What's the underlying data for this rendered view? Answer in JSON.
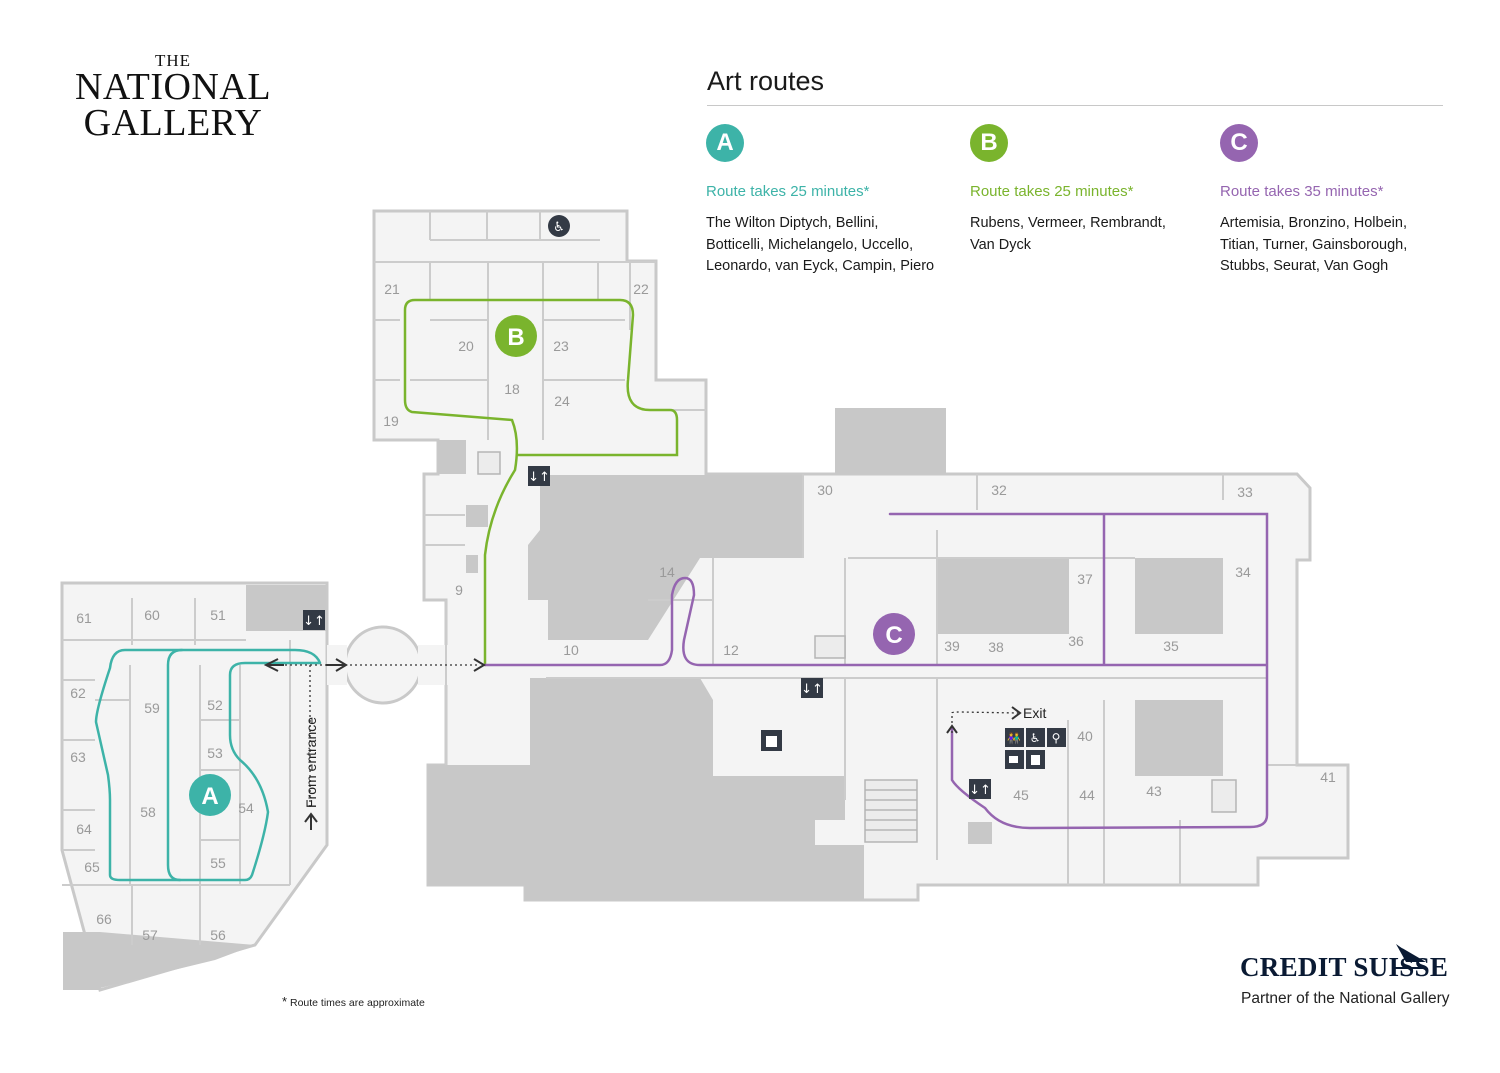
{
  "logo": {
    "line1": "THE",
    "line2": "NATIONAL",
    "line3": "GALLERY"
  },
  "title": "Art routes",
  "routes": [
    {
      "letter": "A",
      "color": "#3db3a8",
      "time": "Route takes 25 minutes*",
      "artists": "The Wilton Diptych, Bellini,\nBotticelli, Michelangelo, Uccello,\nLeonardo, van Eyck, Campin, Piero"
    },
    {
      "letter": "B",
      "color": "#7ab42d",
      "time": "Route takes 25 minutes*",
      "artists": "Rubens, Vermeer, Rembrandt,\nVan Dyck"
    },
    {
      "letter": "C",
      "color": "#9565b0",
      "time": "Route takes 35 minutes*",
      "artists": "Artemisia, Bronzino, Holbein,\nTitian, Turner, Gainsborough,\nStubbs, Seurat, Van Gogh"
    }
  ],
  "map": {
    "rooms": [
      "21",
      "22",
      "20",
      "23",
      "18",
      "24",
      "19",
      "30",
      "32",
      "33",
      "14",
      "37",
      "34",
      "9",
      "39",
      "38",
      "36",
      "35",
      "10",
      "12",
      "40",
      "41",
      "45",
      "44",
      "43",
      "61",
      "60",
      "51",
      "62",
      "59",
      "52",
      "63",
      "53",
      "58",
      "54",
      "64",
      "65",
      "55",
      "66",
      "57",
      "56"
    ],
    "exit_label": "Exit",
    "entrance_label": "From entrance",
    "icons": [
      "lift-icon",
      "toilets-icon",
      "accessible-toilet-icon",
      "baby-change-icon",
      "cafe-icon",
      "shop-icon",
      "cloakroom-icon",
      "accessible-entrance-icon"
    ]
  },
  "sponsor": {
    "name": "CREDIT SUISSE",
    "tagline": "Partner of the National Gallery"
  },
  "footnote": "Route times are approximate",
  "footnote_mark": "*"
}
